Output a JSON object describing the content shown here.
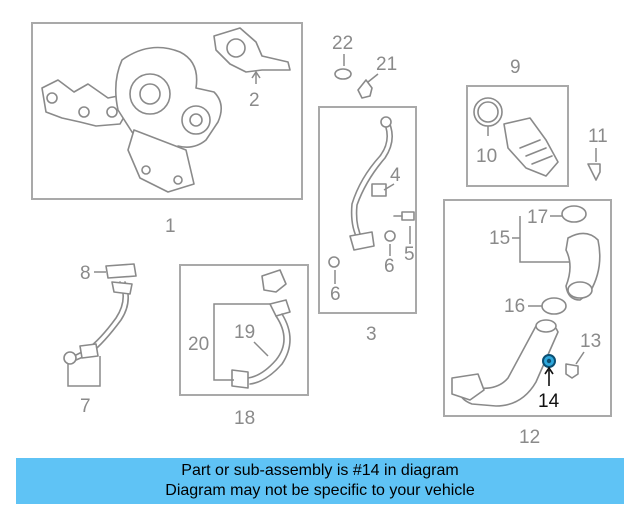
{
  "callouts": {
    "c1": "1",
    "c2": "2",
    "c3": "3",
    "c4": "4",
    "c5": "5",
    "c6a": "6",
    "c6b": "6",
    "c7": "7",
    "c8": "8",
    "c9": "9",
    "c10": "10",
    "c11": "11",
    "c12": "12",
    "c13": "13",
    "c14": "14",
    "c15": "15",
    "c16": "16",
    "c17": "17",
    "c18": "18",
    "c19": "19",
    "c20": "20",
    "c21": "21",
    "c22": "22"
  },
  "highlight_part": "14",
  "colors": {
    "highlight": "#2fa8dc",
    "banner": "#5fc3f5",
    "linework": "#8a8a8a"
  },
  "banner": {
    "line1": "Part or sub-assembly is #14 in diagram",
    "line2": "Diagram may not be specific to your vehicle"
  }
}
